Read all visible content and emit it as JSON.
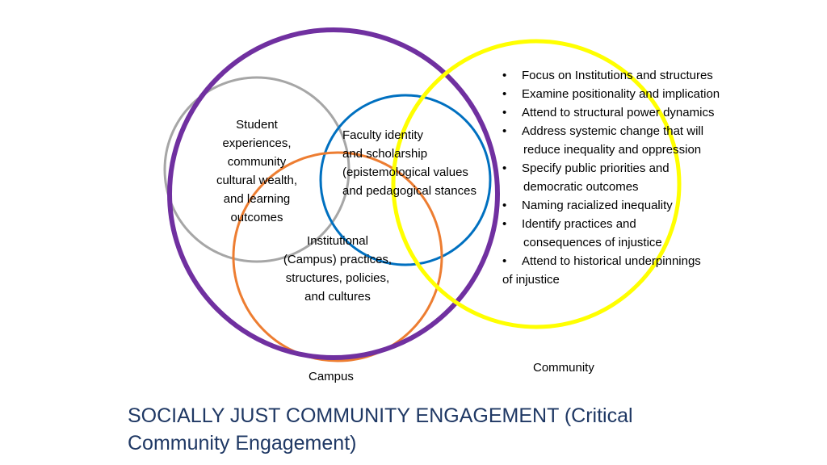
{
  "circles": {
    "campus": {
      "label": "Campus",
      "color": "#7030a0"
    },
    "community": {
      "label": "Community",
      "color": "#ffff00"
    },
    "student": {
      "lines": [
        "Student",
        "experiences,",
        "community",
        "cultural wealth,",
        "and learning",
        "outcomes"
      ],
      "color": "#a6a6a6"
    },
    "faculty": {
      "lines": [
        "Faculty identity",
        "and scholarship",
        "(epistemological values",
        "and pedagogical stances"
      ],
      "color": "#0070c0"
    },
    "institutional": {
      "lines": [
        "Institutional",
        "(Campus) practices,",
        "structures, policies,",
        "and cultures"
      ],
      "color": "#ed7d31"
    }
  },
  "bullets": [
    {
      "line1": "Focus on Institutions and structures"
    },
    {
      "line1": "Examine positionality and implication"
    },
    {
      "line1": "Attend to structural power dynamics"
    },
    {
      "line1": "Address systemic change that will",
      "line2": "reduce inequality and oppression"
    },
    {
      "line1": "Specify public priorities and",
      "line2": "democratic outcomes"
    },
    {
      "line1": "Naming racialized inequality"
    },
    {
      "line1": "Identify practices and",
      "line2": "consequences of injustice"
    },
    {
      "line1": "Attend to historical underpinnings",
      "line2": "of injustice"
    }
  ],
  "title": "SOCIALLY JUST COMMUNITY ENGAGEMENT (Critical Community Engagement)"
}
